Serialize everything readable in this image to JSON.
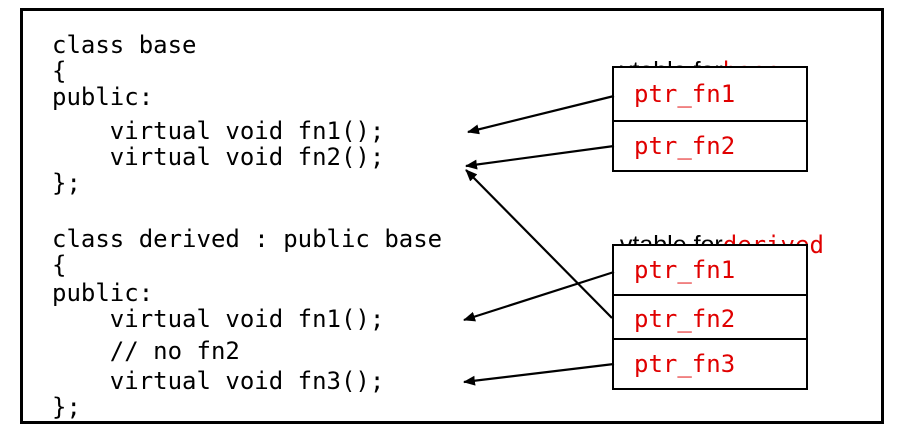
{
  "code_lines": [
    "class base",
    "{",
    "public:",
    "    virtual void fn1();",
    "    virtual void fn2();",
    "};",
    "",
    "class derived : public base",
    "{",
    "public:",
    "    virtual void fn1();",
    "    // no fn2",
    "    virtual void fn3();",
    "};"
  ],
  "vtable_base": {
    "title_prefix": "vtable for",
    "title_name": "base",
    "entries": [
      "ptr_fn1",
      "ptr_fn2"
    ]
  },
  "vtable_derived": {
    "title_prefix": "vtable for",
    "title_name": "derived",
    "entries": [
      "ptr_fn1",
      "ptr_fn2",
      "ptr_fn3"
    ]
  },
  "colors": {
    "accent": "#e00000",
    "text": "#000000",
    "border": "#000000"
  }
}
